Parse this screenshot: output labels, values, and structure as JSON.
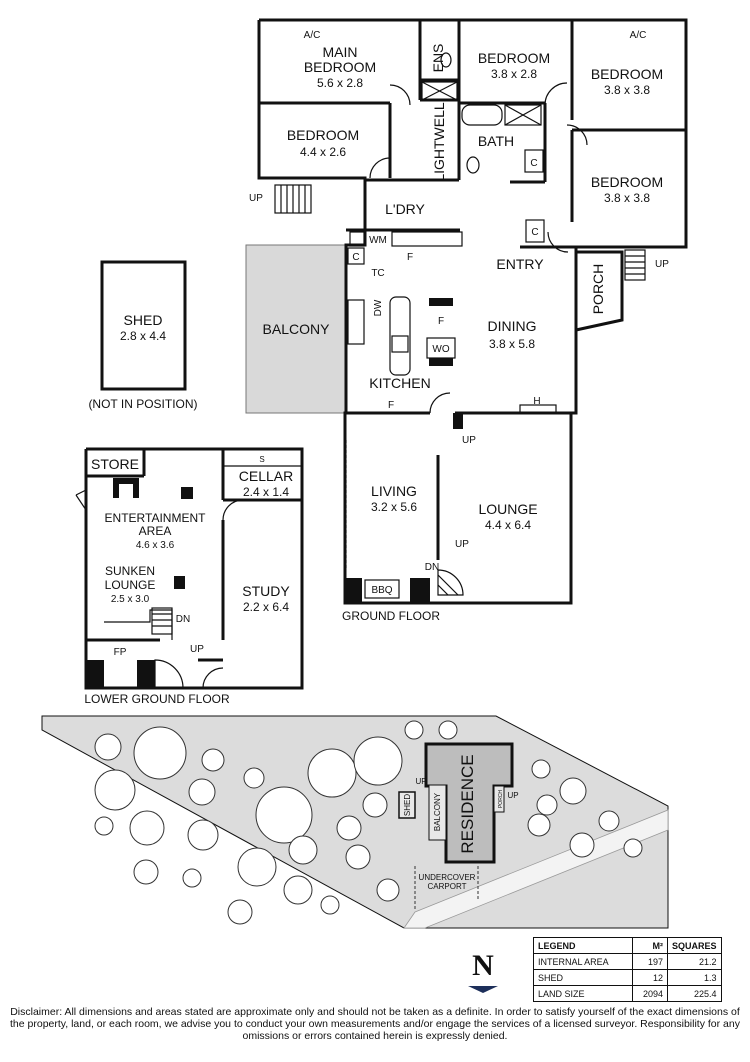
{
  "floorplan": {
    "ground_floor": {
      "title": "GROUND FLOOR",
      "rooms": [
        {
          "name": "MAIN BEDROOM",
          "name_lines": [
            "MAIN",
            "BEDROOM"
          ],
          "size": "5.6 x 2.8"
        },
        {
          "name": "BEDROOM",
          "size": "3.8 x 2.8"
        },
        {
          "name": "BEDROOM",
          "size": "3.8 x 3.8"
        },
        {
          "name": "BEDROOM",
          "size": "4.4 x 2.6"
        },
        {
          "name": "BEDROOM",
          "size": "3.8 x 3.8"
        },
        {
          "name": "DINING",
          "size": "3.8 x 5.8"
        },
        {
          "name": "LIVING",
          "size": "3.2 x 5.6"
        },
        {
          "name": "LOUNGE",
          "size": "4.4 x 6.4"
        }
      ],
      "labels": {
        "ac": "A/C",
        "ens": "ENS",
        "bath": "BATH",
        "lightwell": "LIGHTWELL",
        "laundry": "L'DRY",
        "wm": "WM",
        "c": "C",
        "f": "F",
        "tc": "TC",
        "entry": "ENTRY",
        "porch": "PORCH",
        "up": "UP",
        "dn": "DN",
        "balcony": "BALCONY",
        "kitchen": "KITCHEN",
        "dw": "DW",
        "wo": "WO",
        "h": "H",
        "bbq": "BBQ"
      }
    },
    "shed": {
      "name": "SHED",
      "size": "2.8 x 4.4",
      "note": "(NOT IN POSITION)"
    },
    "lower_ground_floor": {
      "title": "LOWER GROUND FLOOR",
      "rooms": [
        {
          "name": "STORE"
        },
        {
          "name": "CELLAR",
          "size": "2.4 x 1.4"
        },
        {
          "name": "ENTERTAINMENT AREA",
          "name_lines": [
            "ENTERTAINMENT",
            "AREA"
          ],
          "size": "4.6 x 3.6"
        },
        {
          "name": "SUNKEN LOUNGE",
          "name_lines": [
            "SUNKEN",
            "LOUNGE"
          ],
          "size": "2.5 x 3.0"
        },
        {
          "name": "STUDY",
          "size": "2.2 x 6.4"
        }
      ],
      "labels": {
        "s": "S",
        "fp": "FP",
        "dn": "DN",
        "up": "UP"
      }
    }
  },
  "siteplan": {
    "residence": "RESIDENCE",
    "shed": "SHED",
    "balcony": "BALCONY",
    "porch": "PORCH",
    "up": "UP",
    "carport_lines": [
      "UNDERCOVER",
      "CARPORT"
    ],
    "north": "N"
  },
  "legend": {
    "headers": [
      "LEGEND",
      "M²",
      "SQUARES"
    ],
    "rows": [
      {
        "label": "INTERNAL AREA",
        "m2": "197",
        "squares": "21.2"
      },
      {
        "label": "SHED",
        "m2": "12",
        "squares": "1.3"
      },
      {
        "label": "LAND SIZE",
        "m2": "2094",
        "squares": "225.4"
      }
    ]
  },
  "disclaimer": "Disclaimer: All dimensions and areas stated are approximate only and should not be taken as a definite. In order to satisfy yourself of the exact dimensions of the property, land, or each room, we advise you to conduct your own measurements and/or engage the services of a licensed surveyor. Responsibility for any omissions or errors contained herein is expressly denied."
}
